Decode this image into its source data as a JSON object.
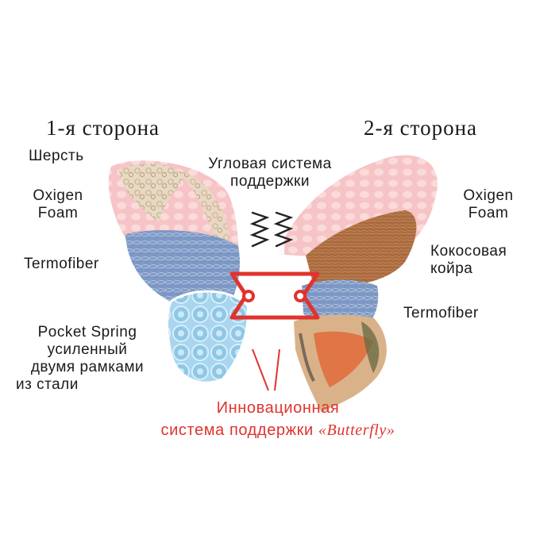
{
  "headings": {
    "side1": "1-я сторона",
    "side2": "2-я сторона"
  },
  "left_labels": {
    "wool": "Шерсть",
    "oxigen_l1": "Oxigen",
    "oxigen_l2": "Foam",
    "termofiber": "Termofiber",
    "pocket_l1": "Pocket Spring",
    "pocket_l2": "усиленный",
    "pocket_l3": "двумя рамками",
    "pocket_l4": "из стали"
  },
  "center_label": {
    "line1": "Угловая система",
    "line2": "поддержки"
  },
  "right_labels": {
    "oxigen_l1": "Oxigen",
    "oxigen_l2": "Foam",
    "coconut_l1": "Кокосовая",
    "coconut_l2": "койра",
    "termofiber": "Termofiber"
  },
  "caption": {
    "line1": "Инновационная",
    "line2_prefix": "система поддержки ",
    "line2_brand": "«Butterfly»"
  },
  "colors": {
    "accent_red": "#e0332d",
    "foam_pink": "#f6c4c6",
    "wool_beige": "#e8d9c4",
    "termofiber_blue": "#7c97c4",
    "spring_blue": "#8fc7e6",
    "coconut_brown": "#a86a3e"
  }
}
